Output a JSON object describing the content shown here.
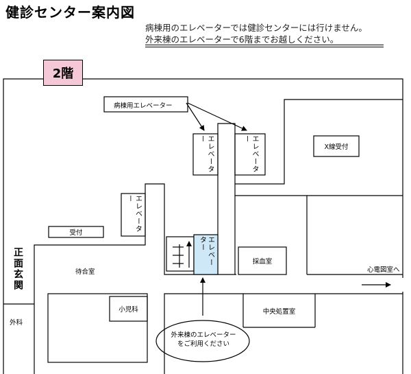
{
  "title": "健診センター案内図",
  "notice_line1": "病棟用のエレベーターでは健診センターには行けません。",
  "notice_line2": "外来棟のエレベーターで6階までお越しください。",
  "floor": "2階",
  "labels": {
    "ward_elevator": "病棟用エレベーター",
    "elevator_vertical": "エレベーター",
    "xray_reception": "X線受付",
    "reception": "受付",
    "main_entrance": "正面玄関",
    "waiting_room": "待合室",
    "blood_collection": "採血室",
    "ecg_room": "心電図室へ",
    "pediatrics": "小児科",
    "central_treatment": "中央処置室",
    "surgery": "外科"
  },
  "callout": {
    "line1": "外来棟のエレベーター",
    "line2": "をご利用ください"
  },
  "colors": {
    "floor_badge": "#f5c8d8",
    "outpatient_elevator": "#cfe8f8"
  }
}
